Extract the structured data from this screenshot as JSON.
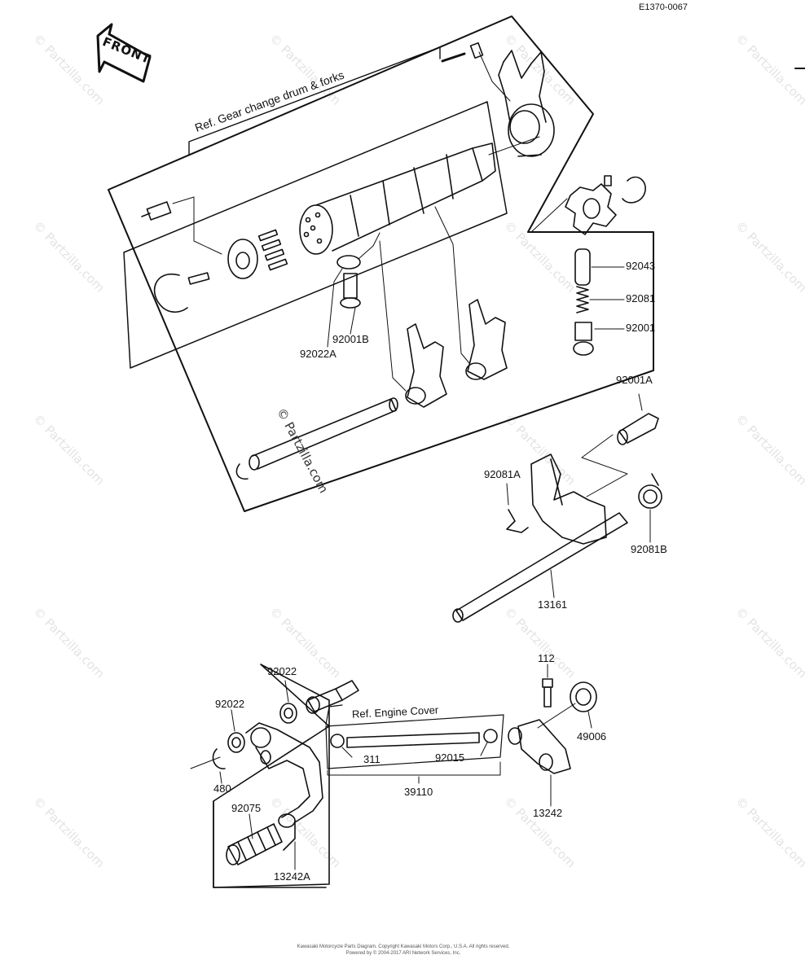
{
  "diagram": {
    "id": "E1370-0067",
    "front_label": "FRONT",
    "group_title": "Ref.  Gear change drum & forks",
    "engine_cover_ref": "Ref.  Engine Cover",
    "watermark": "© Partzilla.com",
    "copyright_line1": "Kawasaki Motorcycle Parts Diagram. Copyright Kawasaki Motors Corp., U.S.A. All rights reserved.",
    "copyright_line2": "Powered by © 2004-2017 ARI Network Services, Inc."
  },
  "callouts": {
    "c92043": "92043",
    "c92081": "92081",
    "c92001": "92001",
    "c92001B": "92001B",
    "c92022A": "92022A",
    "c92001A": "92001A",
    "c92081A": "92081A",
    "c92081B": "92081B",
    "c13161": "13161",
    "c112": "112",
    "c49006": "49006",
    "c92022_top": "92022",
    "c92022_left": "92022",
    "c480": "480",
    "c92075": "92075",
    "c13242A": "13242A",
    "c311": "311",
    "c92015": "92015",
    "c39110": "39110",
    "c13242": "13242"
  },
  "colors": {
    "ink": "#111111",
    "watermark": "#e3e3e3",
    "background": "#ffffff"
  }
}
